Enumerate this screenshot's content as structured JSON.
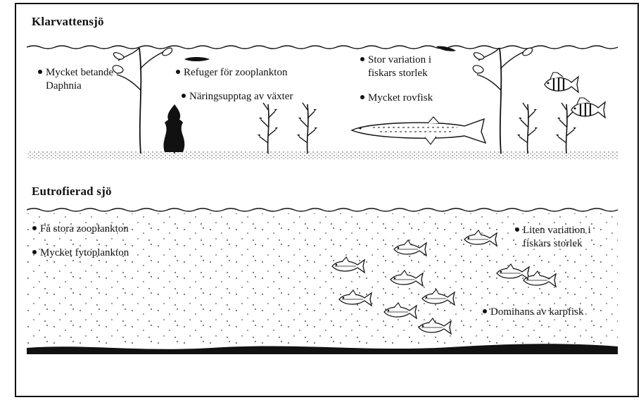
{
  "clear_lake": {
    "title": "Klarvattensjö",
    "notes": [
      {
        "lines": [
          "Mycket betande",
          "Daphnia"
        ]
      },
      {
        "lines": [
          "Refuger för zooplankton"
        ]
      },
      {
        "lines": [
          "Näringsupptag av växter"
        ]
      },
      {
        "lines": [
          "Stor variation i",
          "fiskars storlek"
        ]
      },
      {
        "lines": [
          "Mycket rovfisk"
        ]
      }
    ]
  },
  "eutrophic_lake": {
    "title": "Eutrofierad sjö",
    "notes": [
      {
        "lines": [
          "Få stora zooplankton"
        ]
      },
      {
        "lines": [
          "Mycket fytoplankton"
        ]
      },
      {
        "lines": [
          "Liten variation i",
          "fiskars storlek"
        ]
      },
      {
        "lines": [
          "Dominans av karpfisk"
        ]
      }
    ]
  },
  "icons": [
    "reed-plant",
    "waterweed-plant",
    "pike-fish",
    "perch-fish",
    "carp-fish",
    "plankton-dots",
    "lake-bottom"
  ],
  "colors": {
    "ink": "#111111",
    "paper": "#ffffff"
  }
}
